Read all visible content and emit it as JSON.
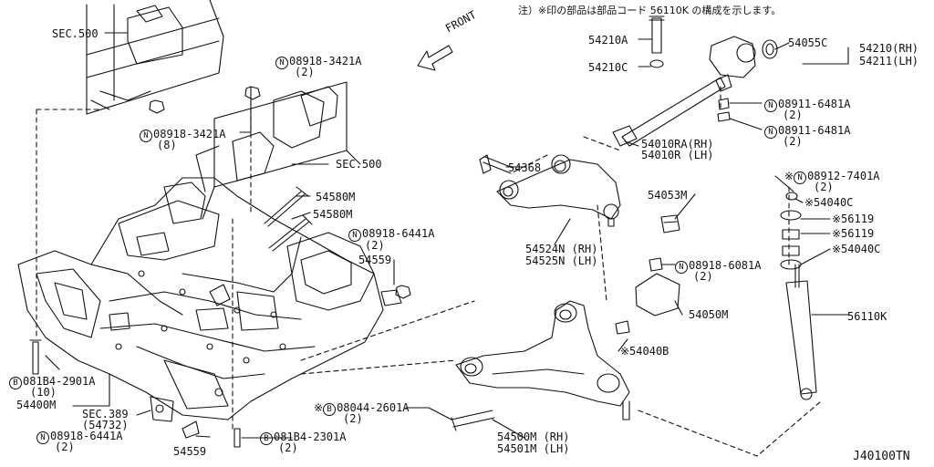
{
  "diagram_code": "J40100TN",
  "note": "注）※印の部品は部品コード 56110K の構成を示します。",
  "front_label": "FRONT",
  "symbols": {
    "N": "N",
    "B": "B"
  },
  "labels": {
    "sec500_a": "SEC.500",
    "sec500_b": "SEC.500",
    "sec389": "SEC.389",
    "sec389_sub": "(54732)",
    "n_08918_3421a_top": "08918-3421A",
    "n_08918_3421a_top_qty": "(2)",
    "n_08918_3421a_left": "08918-3421A",
    "n_08918_3421a_left_qty": "(8)",
    "p54580m_a": "54580M",
    "p54580m_b": "54580M",
    "n_08918_6441a_mid": "08918-6441A",
    "n_08918_6441a_mid_qty": "(2)",
    "p54559_mid": "54559",
    "b_081b4_2901a": "081B4-2901A",
    "b_081b4_2901a_qty": "(10)",
    "p54400m": "54400M",
    "n_08918_6441a_bot": "08918-6441A",
    "n_08918_6441a_bot_qty": "(2)",
    "p54559_bot": "54559",
    "b_081b4_2301a": "081B4-2301A",
    "b_081b4_2301a_qty": "(2)",
    "p54210a": "54210A",
    "p54210c": "54210C",
    "p54055c": "54055C",
    "p54210_rh": "54210(RH)",
    "p54211_lh": "54211(LH)",
    "n_08911_6481a_a": "08911-6481A",
    "n_08911_6481a_a_qty": "(2)",
    "n_08911_6481a_b": "08911-6481A",
    "n_08911_6481a_b_qty": "(2)",
    "p54368": "54368",
    "p54010ra": "54010RA(RH)",
    "p54010r": "54010R (LH)",
    "n_08912_7401a": "※Ⓝ08912-7401A",
    "n_08912_7401a_plain": "08912-7401A",
    "n_08912_7401a_qty": "(2)",
    "p54040c_a": "※54040C",
    "p56119_a": "※56119",
    "p56119_b": "※56119",
    "p54040c_b": "※54040C",
    "p54053m": "54053M",
    "p54524n": "54524N (RH)",
    "p54525n": "54525N (LH)",
    "n_08918_6081a": "08918-6081A",
    "n_08918_6081a_qty": "(2)",
    "p54050m": "54050M",
    "p56110k": "56110K",
    "p54040b": "※54040B",
    "b_08044_2601a": "08044-2601A",
    "b_08044_2601a_qty": "(2)",
    "p54500m": "54500M (RH)",
    "p54501m": "54501M (LH)"
  }
}
